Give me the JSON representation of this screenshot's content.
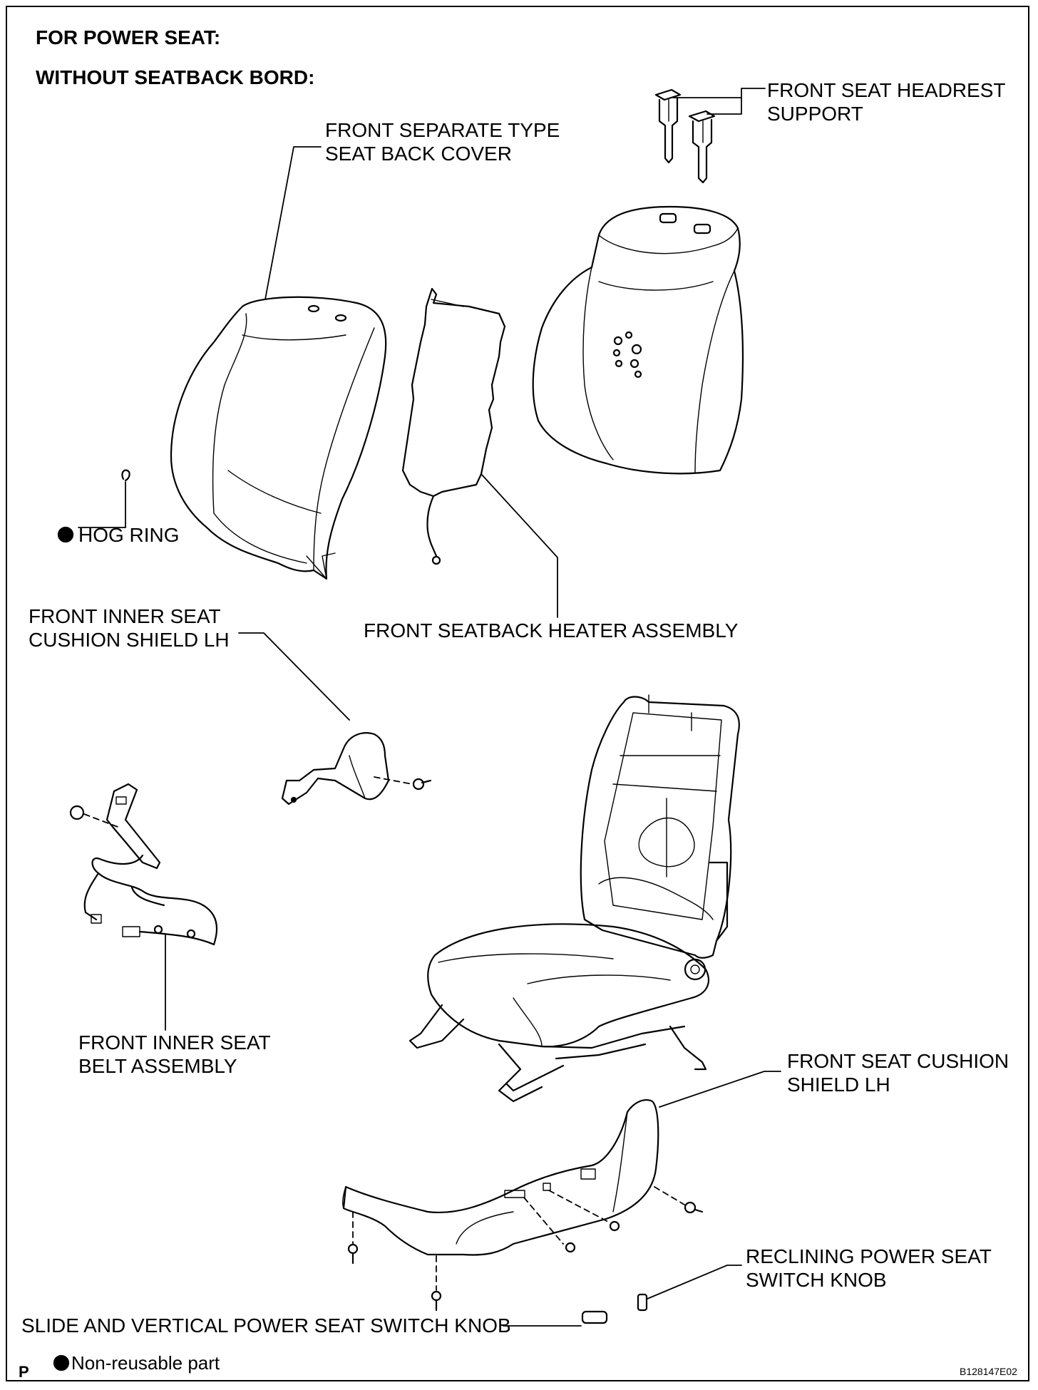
{
  "header": {
    "line1": "FOR POWER SEAT:",
    "line2": "WITHOUT SEATBACK BORD:"
  },
  "labels": {
    "headrest_support": [
      "FRONT SEAT HEADREST",
      "SUPPORT"
    ],
    "seat_back_cover": [
      "FRONT SEPARATE TYPE",
      "SEAT BACK COVER"
    ],
    "hog_ring": "HOG RING",
    "seatback_heater": "FRONT SEATBACK HEATER ASSEMBLY",
    "inner_cushion_shield": [
      "FRONT INNER SEAT",
      "CUSHION SHIELD LH"
    ],
    "inner_belt": [
      "FRONT INNER SEAT",
      "BELT ASSEMBLY"
    ],
    "cushion_shield": [
      "FRONT SEAT CUSHION",
      "SHIELD LH"
    ],
    "reclining_knob": [
      "RECLINING POWER SEAT",
      "SWITCH KNOB"
    ],
    "slide_knob": "SLIDE AND VERTICAL POWER SEAT SWITCH KNOB"
  },
  "footer": {
    "page_marker": "P",
    "legend": "Non-reusable part",
    "code": "B128147E02"
  },
  "icons": {
    "non_reusable_marker": "filled-circle"
  },
  "colors": {
    "ink": "#000000",
    "paper": "#ffffff"
  }
}
